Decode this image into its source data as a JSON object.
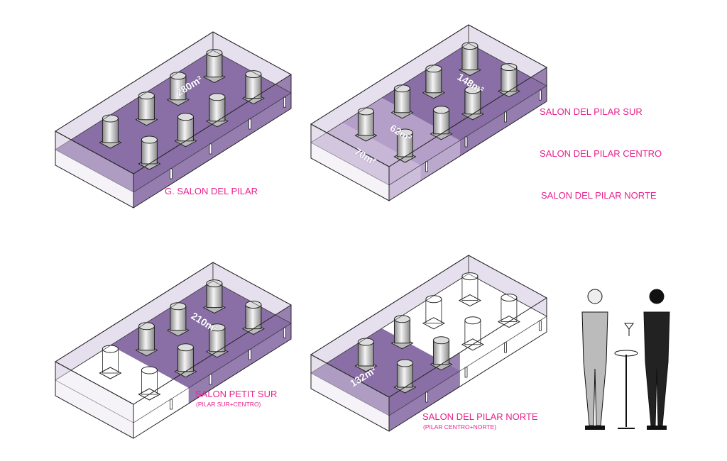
{
  "colors": {
    "accent": "#e8218c",
    "floor": "#8a6fa6",
    "floor_light": "#c7b6d6",
    "wall": "#e6e0ee"
  },
  "panels": [
    {
      "title": "G. SALON DEL PILAR",
      "areas": [
        "280m²"
      ]
    },
    {
      "titles": [
        "SALON DEL PILAR SUR",
        "SALON DEL PILAR CENTRO",
        "SALON DEL PILAR NORTE"
      ],
      "areas": [
        "148m²",
        "62m²",
        "70m²"
      ]
    },
    {
      "title": "SALON PETIT SUR",
      "subtitle": "(PILAR SUR+CENTRO)",
      "areas": [
        "210m²"
      ]
    },
    {
      "title": "SALON DEL PILAR NORTE",
      "subtitle": "(PILAR CENTRO+NORTE)",
      "areas": [
        "132m²"
      ]
    }
  ]
}
